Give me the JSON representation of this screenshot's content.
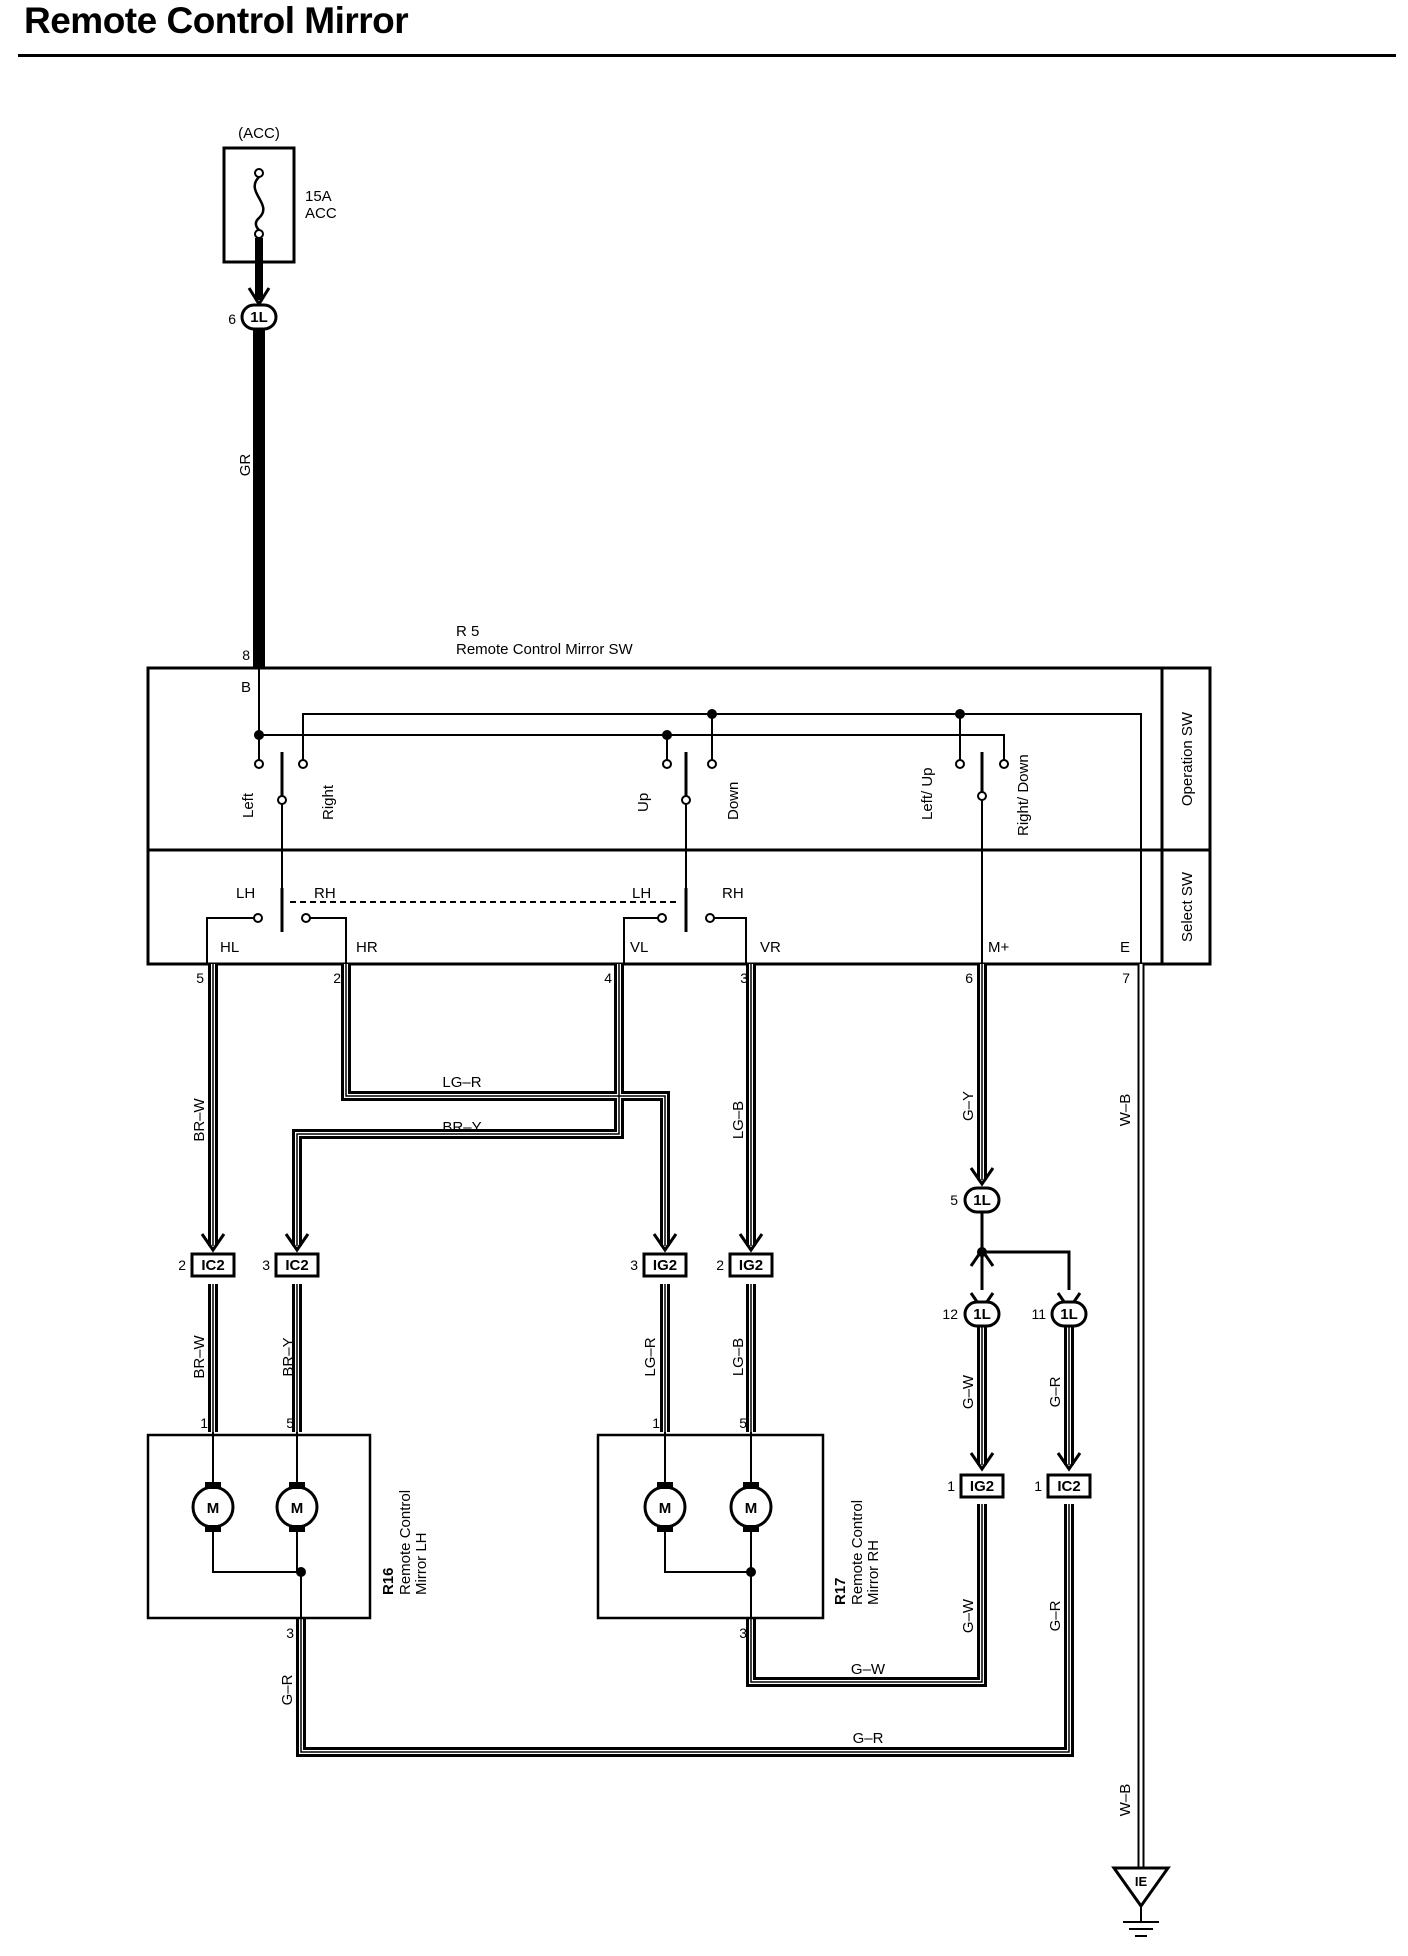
{
  "title": "Remote Control Mirror",
  "fuse": {
    "supply": "(ACC)",
    "rating": "15A",
    "name": "ACC"
  },
  "switch": {
    "id": "R 5",
    "name": "Remote Control Mirror SW",
    "section_operation": "Operation SW",
    "section_select": "Select SW"
  },
  "switch_positions": {
    "left": "Left",
    "right": "Right",
    "up": "Up",
    "down": "Down",
    "left_up": "Left/ Up",
    "right_down": "Right/ Down",
    "lh": "LH",
    "rh": "RH"
  },
  "terminals": {
    "b": "B",
    "hl": "HL",
    "hr": "HR",
    "vl": "VL",
    "vr": "VR",
    "m_plus": "M+",
    "e": "E"
  },
  "pins": {
    "p8": "8",
    "p5": "5",
    "p2": "2",
    "p4": "4",
    "p3": "3",
    "p6": "6",
    "p7": "7",
    "p1": "1",
    "p11": "11",
    "p12": "12"
  },
  "connectors": {
    "c1l": "1L",
    "ic2": "IC2",
    "ig2": "IG2",
    "ie": "IE"
  },
  "wires": {
    "gr": "GR",
    "br_w": "BR–W",
    "br_y": "BR–Y",
    "lg_r": "LG–R",
    "lg_b": "LG–B",
    "g_y": "G–Y",
    "g_w": "G–W",
    "g_r": "G–R",
    "w_b": "W–B"
  },
  "motor": "M",
  "mirror_lh": {
    "id": "R16",
    "line1": "Remote Control",
    "line2": "Mirror LH"
  },
  "mirror_rh": {
    "id": "R17",
    "line1": "Remote Control",
    "line2": "Mirror RH"
  }
}
